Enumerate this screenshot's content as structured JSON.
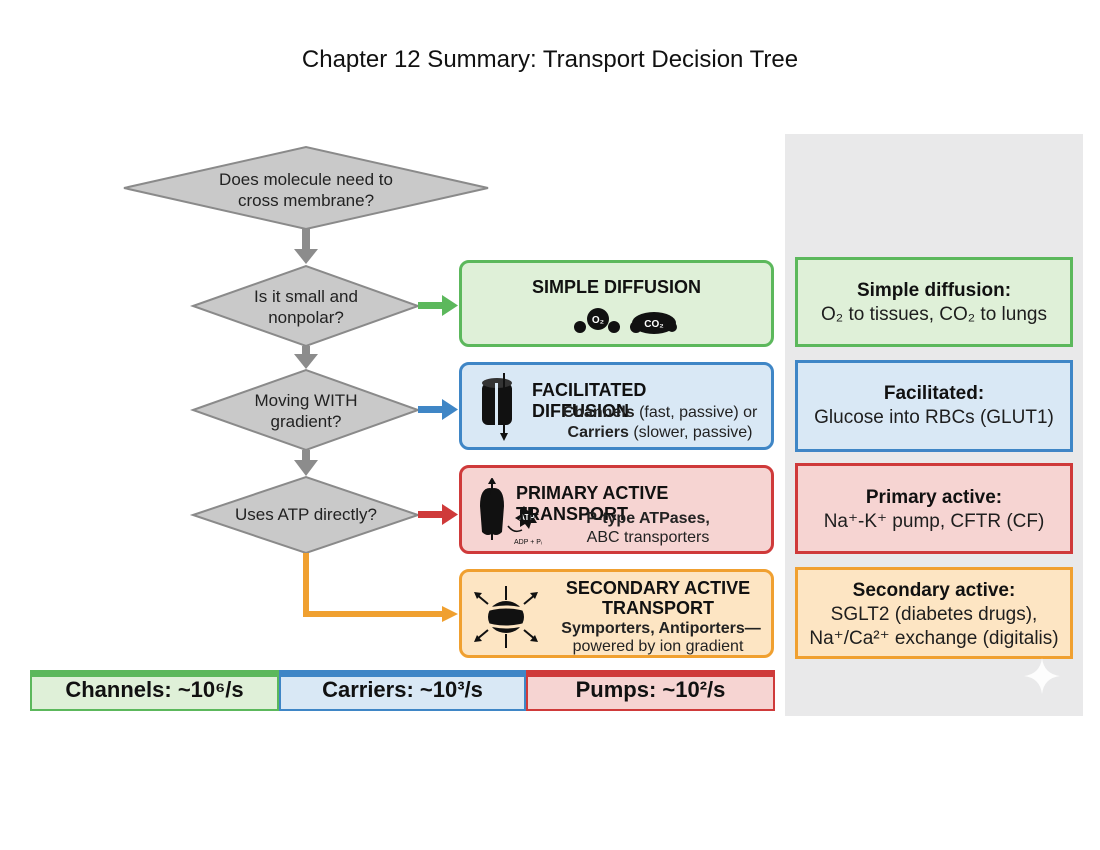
{
  "title": "Chapter 12 Summary: Transport Decision Tree",
  "decisions": [
    {
      "line1": "Does molecule need to",
      "line2": "cross membrane?"
    },
    {
      "line1": "Is it small and",
      "line2": "nonpolar?"
    },
    {
      "line1": "Moving WITH",
      "line2": "gradient?"
    },
    {
      "line1": "Uses ATP directly?",
      "line2": ""
    }
  ],
  "boxes": {
    "simple": {
      "title": "SIMPLE DIFFUSION",
      "o2": "O₂",
      "co2": "CO₂"
    },
    "facilitated": {
      "title": "FACILITATED DIFFUSION",
      "l1b": "Channels",
      "l1": " (fast, passive) or",
      "l2b": "Carriers",
      "l2": " (slower, passive)"
    },
    "primary": {
      "title": "PRIMARY ACTIVE TRANSPORT",
      "l1": "P-type ATPases,",
      "l2": "ABC transporters",
      "atp": "ATP",
      "adp": "ADP + Pᵢ"
    },
    "secondary": {
      "title1": "SECONDARY ACTIVE",
      "title2": "TRANSPORT",
      "l1": "Symporters, Antiporters—",
      "l2": "powered by ion gradient"
    }
  },
  "examples": [
    {
      "title": "Simple diffusion:",
      "text": "O₂ to tissues, CO₂ to lungs",
      "color": "#5cb85c",
      "bg": "#dff0d8"
    },
    {
      "title": "Facilitated:",
      "text": "Glucose into RBCs (GLUT1)",
      "color": "#3f86c6",
      "bg": "#d9e8f5"
    },
    {
      "title": "Primary active:",
      "text": "Na⁺-K⁺ pump, CFTR (CF)",
      "color": "#cf3a3a",
      "bg": "#f6d4d2"
    },
    {
      "title": "Secondary active:",
      "text": "SGLT2 (diabetes drugs),",
      "text2": "Na⁺/Ca²⁺ exchange (digitalis)",
      "color": "#f0a030",
      "bg": "#fde5c3"
    }
  ],
  "rates": [
    {
      "label": "Channels: ~10⁶/s",
      "color": "#5cb85c",
      "bg": "#dff0d8"
    },
    {
      "label": "Carriers: ~10³/s",
      "color": "#3f86c6",
      "bg": "#d9e8f5"
    },
    {
      "label": "Pumps: ~10²/s",
      "color": "#cf3a3a",
      "bg": "#f6d4d2"
    }
  ],
  "colors": {
    "decision_fill": "#c9c9c9",
    "decision_stroke": "#8a8a8a",
    "arrow_gray": "#8c8c8c",
    "green": "#5cb85c",
    "blue": "#3f86c6",
    "red": "#cf3a3a",
    "orange": "#f0a030"
  }
}
